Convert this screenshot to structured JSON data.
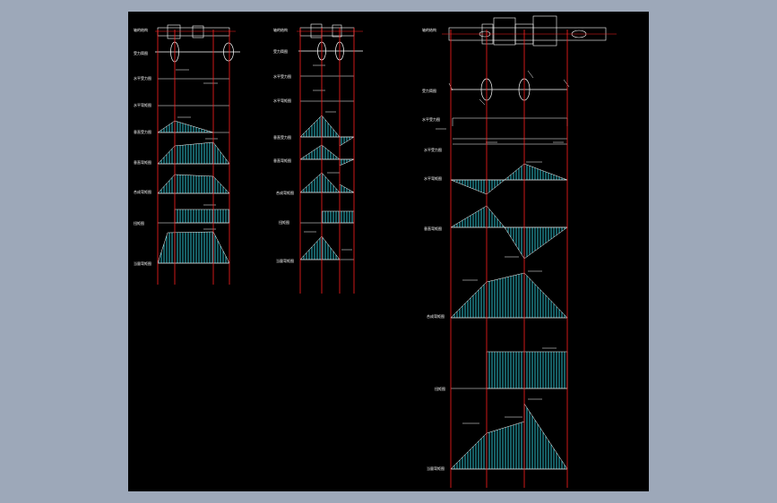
{
  "colors": {
    "background": "#9da8b9",
    "canvas": "#000000",
    "axis": "#ff2020",
    "outline": "#ffffff",
    "hatch": "#2fd0e0"
  },
  "panels": [
    {
      "rows": [
        {
          "label": "轴的结构"
        },
        {
          "label": "受力简图"
        },
        {
          "label": "水平受力图"
        },
        {
          "label": "水平弯矩图"
        },
        {
          "label": "垂直受力图"
        },
        {
          "label": "垂直弯矩图"
        },
        {
          "label": "合成弯矩图"
        },
        {
          "label": "扭矩图"
        },
        {
          "label": "当量弯矩图"
        }
      ]
    },
    {
      "rows": [
        {
          "label": "轴的结构"
        },
        {
          "label": "受力简图"
        },
        {
          "label": "水平受力图"
        },
        {
          "label": "水平弯矩图"
        },
        {
          "label": "垂直受力图"
        },
        {
          "label": "垂直弯矩图"
        },
        {
          "label": "合成弯矩图"
        },
        {
          "label": "扭矩图"
        },
        {
          "label": "当量弯矩图"
        }
      ]
    },
    {
      "rows": [
        {
          "label": "轴的结构"
        },
        {
          "label": "受力简图"
        },
        {
          "label": "水平受力图"
        },
        {
          "label": "水平弯矩图"
        },
        {
          "label": "垂直弯矩图"
        },
        {
          "label": "合成弯矩图"
        },
        {
          "label": "扭矩图"
        },
        {
          "label": "当量弯矩图"
        }
      ]
    }
  ]
}
